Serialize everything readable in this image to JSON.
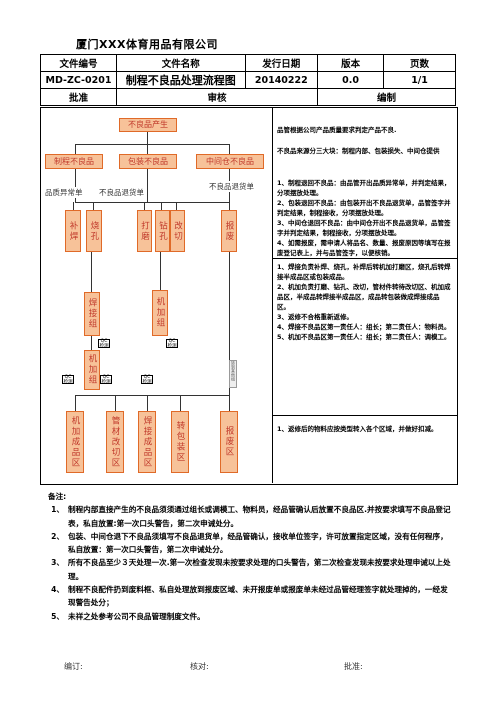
{
  "company": "厦门XXX体育用品有限公司",
  "header": {
    "labels": [
      "文件编号",
      "文件名称",
      "发行日期",
      "版本",
      "页数"
    ],
    "doc_no": "MD-ZC-0201",
    "title": "制程不良品处理流程图",
    "date": "20140222",
    "version": "0.0",
    "pages": "1/1",
    "approve": "批准",
    "review": "审核",
    "prepare": "编制"
  },
  "flow": {
    "root": "不良品产生",
    "types": [
      "制程不良品",
      "包装不良品",
      "中间仓不良品"
    ],
    "labels": [
      "品质异常单",
      "不良品退货单",
      "不良品退货单"
    ],
    "process": [
      "补焊",
      "烧孔",
      "打磨",
      "钻孔",
      "改切",
      "报废"
    ],
    "middle": [
      "焊接组",
      "机加组"
    ],
    "lower": [
      "机加组"
    ],
    "bottom": [
      "机加成品区",
      "管材改切区",
      "焊接成品区",
      "转包装区",
      "报废区"
    ],
    "side_tag": "转到其他组"
  },
  "qc_label": "QC\n检测",
  "right": {
    "p1": "品管根据公司产品质量要求判定产品不良.",
    "p2": "不良品来源分三大块：制程内部、包装损失、中间仓提供",
    "p3": [
      "1、制程退回不良品：由品管开出品质异常单，并判定结果，分项摆放处理。",
      "2、包装退回不良品：由包装开出不良品退货单，品管签字并判定结果，制程接收，分项摆放处理。",
      "3、中间仓退回不良品：由中间仓开出不良品退货单，品管签字并判定结果，制程接收，分项摆放处理。",
      "4、如需报废，需申请人将品名、数量、报废原因等填写在报废登记表上，并与品管签字，以便核销。"
    ],
    "p4": [
      "1、焊接负责补焊、烧孔，补焊后转机加打磨区，烧孔后转焊接半成品区或包装成品。",
      "2、机加负责打磨、钻孔、改切，管材件转待改切区、机加成品区，半成品转焊接半成品区，成品转包装做成焊接成品区。",
      "3、返修不合格重新返修。",
      "4、焊接不良品区第一责任人：组长；第二责任人：物料员。",
      "5、机加不良品区第一责任人：组长；第二责任人：调模工。"
    ],
    "p5": "1、返修后的物料应按类型转入各个区域，并做好扣减。"
  },
  "notes": {
    "heading": "备注:",
    "items": [
      "制程内部直接产生的不良品须须通过组长或调模工、物料员，经品管确认后放置不良品区.并按要求填写不良品登记表，私自放置:第一次口头警告，第二次申诫处分。",
      "包装、中间仓退下不良品须填写不良品退货单，经品管确认，接收单位签字，许可放置指定区域，没有任何程序，私自放置：第一次口头警告，第二次申诫处分。",
      "所有不良品至少３天处理一次.第一次检查发现未按要求处理的口头警告，第二次检查发现未按要求处理申诫以上处理。",
      "制程不良配件扔到废料框、私自处理放到报废区域、未开报废单或报废单未经过品管经理签字就处理掉的，一经发现警告处分；",
      "未祥之处参考公司不良品管理制度文件。"
    ]
  },
  "signoff": {
    "prepared": "编订:",
    "reviewed": "核对:",
    "approved": "批准:"
  },
  "colors": {
    "box_fill": "#f7c299",
    "box_border": "#e06a28",
    "box_text": "#c0392b"
  }
}
